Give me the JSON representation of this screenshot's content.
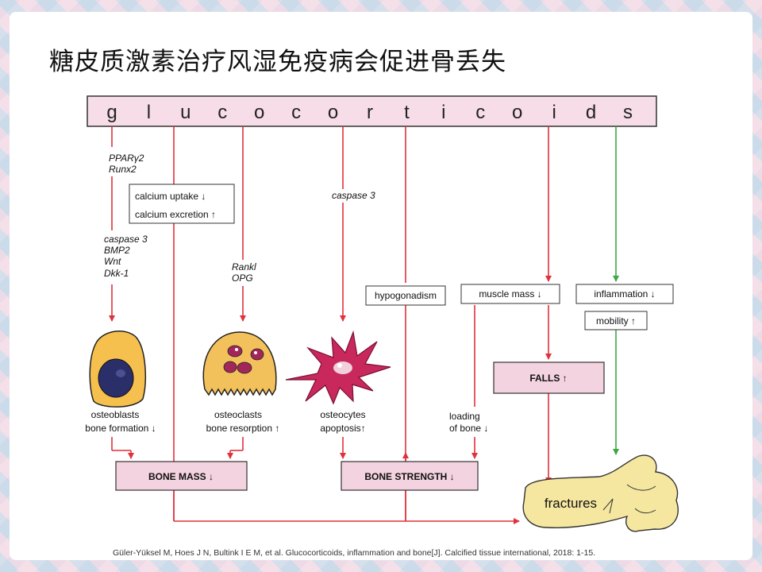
{
  "slide": {
    "title": "糖皮质激素治疗风湿免疫病会促进骨丢失",
    "citation": "Güler-Yüksel M, Hoes J N, Bultink I E M, et al. Glucocorticoids, inflammation and bone[J]. Calcified tissue international, 2018: 1-15."
  },
  "diagram": {
    "banner_letters": [
      "g",
      "l",
      "u",
      "c",
      "o",
      "c",
      "o",
      "r",
      "t",
      "i",
      "c",
      "o",
      "i",
      "d",
      "s"
    ],
    "mediators": {
      "osteoblast_top": [
        "PPARγ2",
        "Runx2"
      ],
      "osteoblast_bottom": [
        "caspase 3",
        "BMP2",
        "Wnt",
        "Dkk-1"
      ],
      "osteoclast": [
        "Rankl",
        "OPG"
      ],
      "osteocyte": "caspase 3"
    },
    "calcium_box": [
      "calcium uptake ↓",
      "calcium excretion ↑"
    ],
    "boxes": {
      "hypogonadism": "hypogonadism",
      "muscle_mass": "muscle mass ↓",
      "inflammation": "inflammation ↓",
      "mobility": "mobility ↑",
      "falls": "FALLS ↑",
      "bone_mass": "BONE MASS ↓",
      "bone_strength": "BONE STRENGTH ↓"
    },
    "cell_labels": {
      "osteoblasts": [
        "osteoblasts",
        "bone formation ↓"
      ],
      "osteoclasts": [
        "osteoclasts",
        "bone resorption ↑"
      ],
      "osteocytes": [
        "osteocytes",
        "apoptosis↑"
      ],
      "loading": [
        "loading",
        "of bone ↓"
      ]
    },
    "fractures": "fractures",
    "colors": {
      "arrow_red": "#e0313c",
      "arrow_green": "#3aa845",
      "box_pink": "#f3d3df",
      "banner_pink": "#f7dde7",
      "osteoblast": "#f6c04f",
      "osteoclast": "#f3c15c",
      "osteocyte": "#c8285c",
      "bone": "#f5e7a0"
    }
  }
}
